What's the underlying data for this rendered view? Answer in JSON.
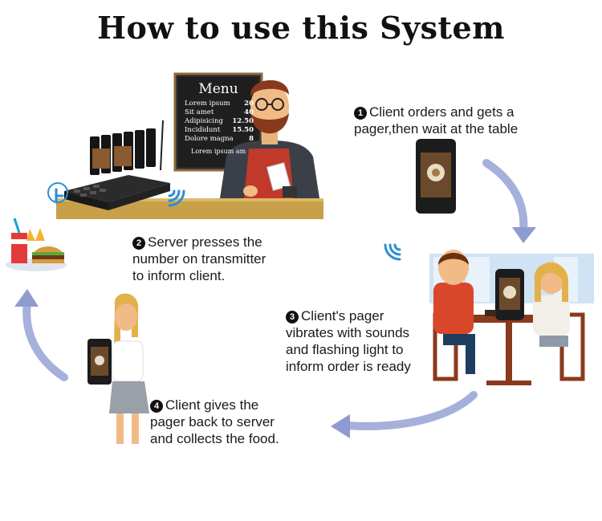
{
  "title": "How to use this System",
  "menu": {
    "heading": "Menu",
    "items": [
      {
        "name": "Lorem ipsum",
        "price": "20"
      },
      {
        "name": "Sit amet",
        "price": "40"
      },
      {
        "name": "Adipisicing",
        "price": "12.50"
      },
      {
        "name": "Incididunt",
        "price": "15.50"
      },
      {
        "name": "Dolore magna",
        "price": "8"
      }
    ],
    "footer": "Lorem ipsum am"
  },
  "steps": [
    {
      "number": "1",
      "lines": [
        "Client orders and gets a",
        "pager,then  wait at the table"
      ]
    },
    {
      "number": "2",
      "lines": [
        "Server presses the",
        "number on transmitter",
        "to inform client."
      ]
    },
    {
      "number": "3",
      "lines": [
        "Client's pager",
        "vibrates with sounds",
        "and flashing light to",
        "inform order is ready"
      ]
    },
    {
      "number": "4",
      "lines": [
        "Client gives the",
        "pager back to server",
        "and collects the food."
      ]
    }
  ],
  "colors": {
    "arrow": "#9ba7d6",
    "signal": "#2a8fd6",
    "counter": "#c8a04a",
    "apron": "#c0392b"
  }
}
